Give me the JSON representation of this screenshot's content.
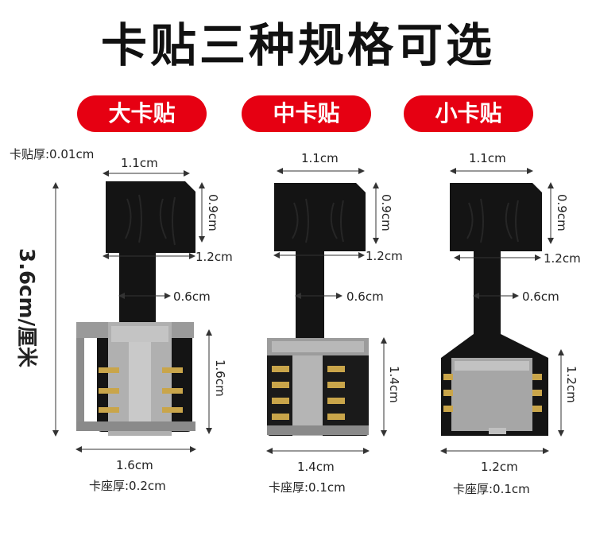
{
  "title": "卡贴三种规格可选",
  "variants": [
    {
      "name": "大卡贴",
      "top_width": "1.1cm",
      "top_height": "0.9cm",
      "shoulder_width": "1.2cm",
      "neck_width": "0.6cm",
      "base_width": "1.6cm",
      "base_height": "1.6cm",
      "holder_thickness": "卡座厚:0.2cm"
    },
    {
      "name": "中卡贴",
      "top_width": "1.1cm",
      "top_height": "0.9cm",
      "shoulder_width": "1.2cm",
      "neck_width": "0.6cm",
      "base_width": "1.4cm",
      "base_height": "1.4cm",
      "holder_thickness": "卡座厚:0.1cm"
    },
    {
      "name": "小卡贴",
      "top_width": "1.1cm",
      "top_height": "0.9cm",
      "shoulder_width": "1.2cm",
      "neck_width": "0.6cm",
      "base_width": "1.2cm",
      "base_height": "1.2cm",
      "holder_thickness": "卡座厚:0.1cm"
    }
  ],
  "sticker_thickness": "卡贴厚:0.01cm",
  "total_length": "3.6cm/厘米",
  "colors": {
    "accent": "#e60012",
    "board": "#141414",
    "metal": "#a8a8a8"
  }
}
